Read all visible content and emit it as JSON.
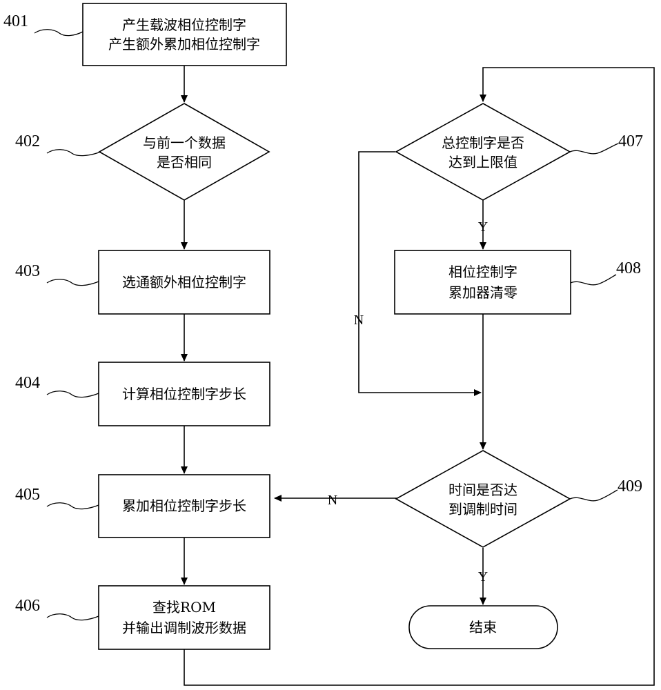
{
  "nodes": {
    "n401": {
      "id": "401",
      "lines": [
        "产生载波相位控制字",
        "产生额外累加相位控制字"
      ]
    },
    "n402": {
      "id": "402",
      "lines": [
        "与前一个数据",
        "是否相同"
      ]
    },
    "n403": {
      "id": "403",
      "lines": [
        "选通额外相位控制字"
      ]
    },
    "n404": {
      "id": "404",
      "lines": [
        "计算相位控制字步长"
      ]
    },
    "n405": {
      "id": "405",
      "lines": [
        "累加相位控制字步长"
      ]
    },
    "n406": {
      "id": "406",
      "lines": [
        "查找ROM",
        "并输出调制波形数据"
      ]
    },
    "n407": {
      "id": "407",
      "lines": [
        "总控制字是否",
        "达到上限值"
      ]
    },
    "n408": {
      "id": "408",
      "lines": [
        "相位控制字",
        "累加器清零"
      ]
    },
    "n409": {
      "id": "409",
      "lines": [
        "时间是否达",
        "到调制时间"
      ]
    },
    "end": {
      "lines": [
        "结束"
      ]
    }
  },
  "branches": {
    "b407_yes": "Y",
    "b407_no": "N",
    "b409_no": "N",
    "b409_yes": "Y"
  }
}
